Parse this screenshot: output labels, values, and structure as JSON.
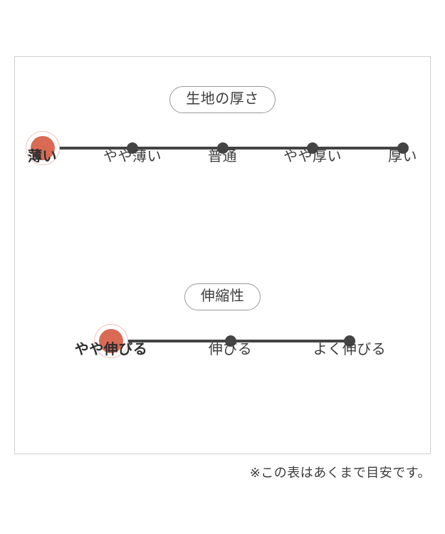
{
  "chart_data": [
    {
      "type": "scatter",
      "title": "生地の厚さ",
      "categories": [
        "薄い",
        "やや薄い",
        "普通",
        "やや厚い",
        "厚い"
      ],
      "values": [
        1,
        0,
        0,
        0,
        0
      ],
      "selected_index": 0,
      "selected_label": "薄い",
      "xlabel": "",
      "ylabel": "",
      "orientation": "horizontal",
      "grid": false,
      "legend": "none",
      "marker_selected_color": "#d96a54",
      "marker_default_color": "#444444",
      "track_color": "#444444"
    },
    {
      "type": "scatter",
      "title": "伸縮性",
      "categories": [
        "やや伸びる",
        "伸びる",
        "よく伸びる"
      ],
      "values": [
        1,
        0,
        0
      ],
      "selected_index": 0,
      "selected_label": "やや伸びる",
      "xlabel": "",
      "ylabel": "",
      "orientation": "horizontal",
      "grid": false,
      "legend": "none",
      "marker_selected_color": "#d96a54",
      "marker_default_color": "#444444",
      "track_color": "#444444"
    }
  ],
  "thickness": {
    "pill_label": "生地の厚さ",
    "labels": [
      "薄い",
      "やや薄い",
      "普通",
      "やや厚い",
      "厚い"
    ]
  },
  "stretch": {
    "pill_label": "伸縮性",
    "labels": [
      "やや伸びる",
      "伸びる",
      "よく伸びる"
    ]
  },
  "footnote": "※この表はあくまで目安です。",
  "colors": {
    "accent": "#d96a54",
    "accent_ring": "#e8c4bb",
    "dot": "#444444",
    "card_border": "#cfcfcf",
    "text": "#3c3c3c"
  }
}
